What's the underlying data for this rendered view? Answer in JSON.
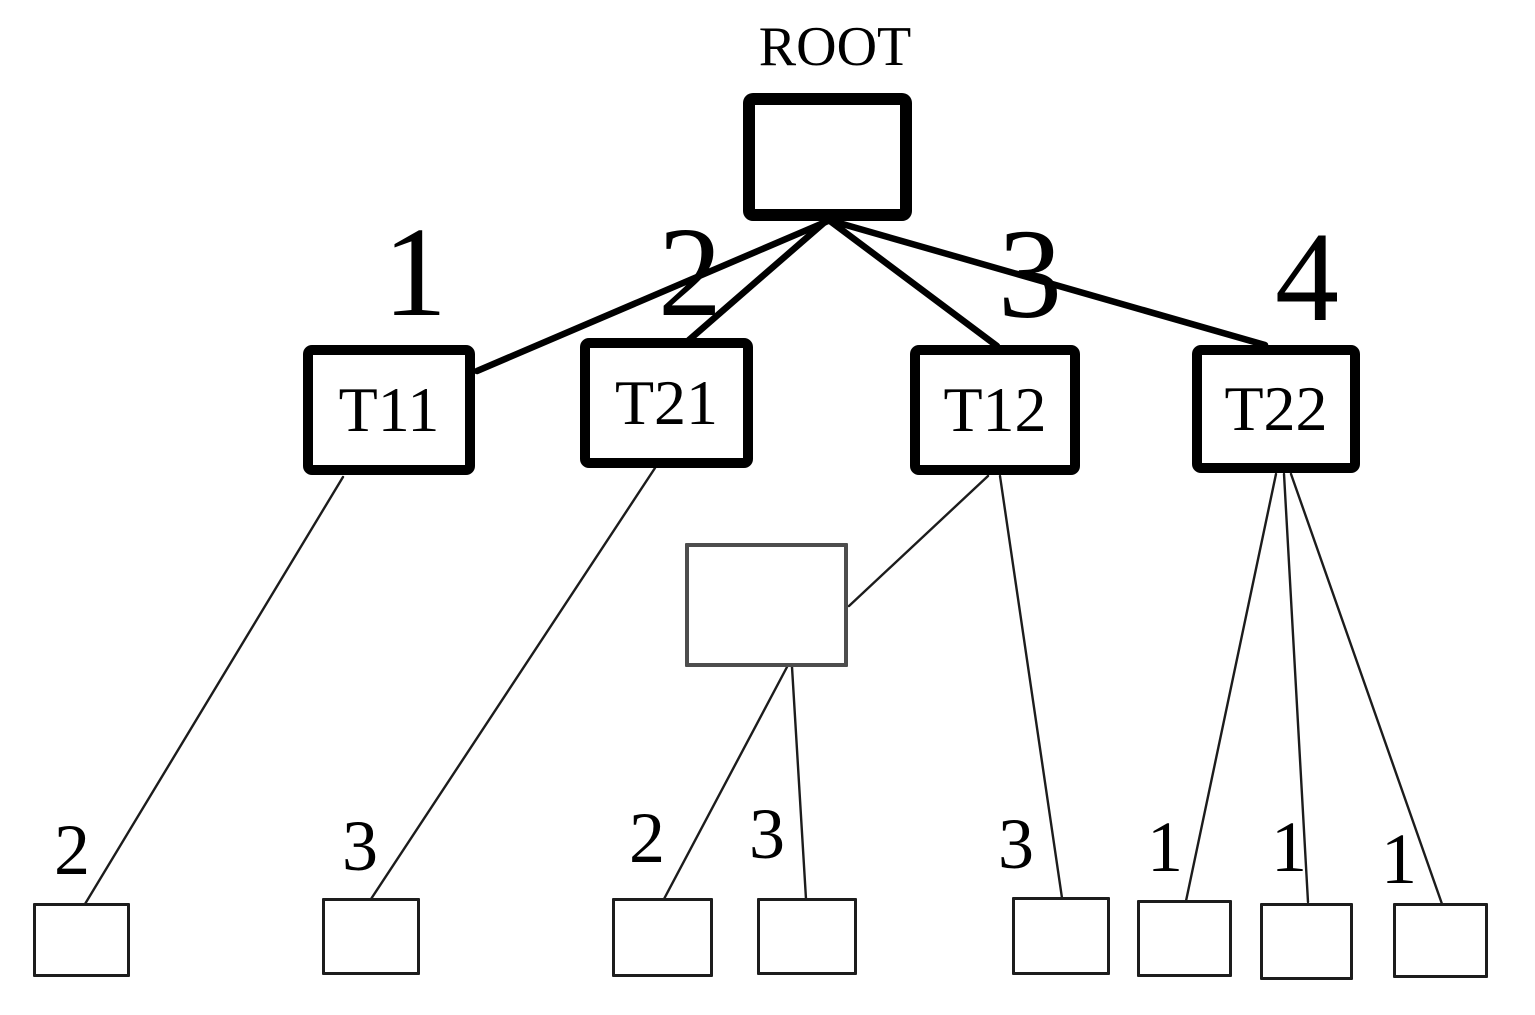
{
  "figure": {
    "kind": "tree-diagram",
    "colors": {
      "background": "#ffffff",
      "node_border": "#000000",
      "mid_node_border": "#4d4d4d",
      "leaf_node_border": "#1d1d1d",
      "edge": "#000000",
      "text": "#000000"
    },
    "tree": {
      "root": {
        "label": "ROOT",
        "children": [
          {
            "edge_label": "1",
            "label": "T11",
            "children": [
              {
                "edge_label": "2",
                "label": ""
              }
            ]
          },
          {
            "edge_label": "2",
            "label": "T21",
            "children": [
              {
                "edge_label": "3",
                "label": ""
              }
            ]
          },
          {
            "edge_label": "3",
            "label": "T12",
            "children": [
              {
                "edge_label": "",
                "label": "",
                "children": [
                  {
                    "edge_label": "2",
                    "label": ""
                  },
                  {
                    "edge_label": "3",
                    "label": ""
                  }
                ]
              },
              {
                "edge_label": "3",
                "label": ""
              }
            ]
          },
          {
            "edge_label": "4",
            "label": "T22",
            "children": [
              {
                "edge_label": "1",
                "label": ""
              },
              {
                "edge_label": "1",
                "label": ""
              },
              {
                "edge_label": "1",
                "label": ""
              }
            ]
          }
        ]
      }
    }
  }
}
